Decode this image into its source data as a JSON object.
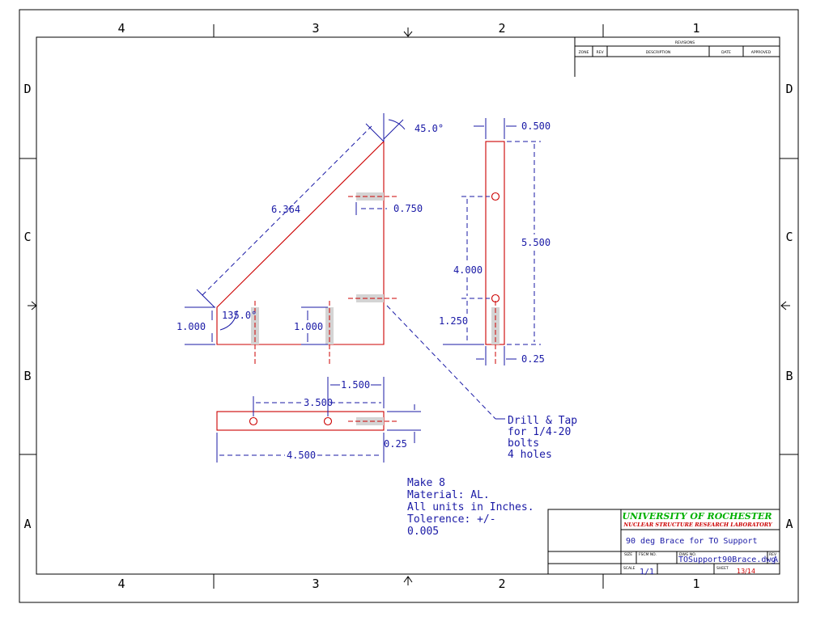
{
  "border": {
    "columns_top": [
      "4",
      "3",
      "2",
      "1"
    ],
    "columns_bottom": [
      "4",
      "3",
      "2",
      "1"
    ],
    "rows_left": [
      "D",
      "C",
      "B",
      "A"
    ],
    "rows_right": [
      "D",
      "C",
      "B",
      "A"
    ]
  },
  "revisions": {
    "title": "REVISIONS",
    "headers": [
      "ZONE",
      "REV",
      "DESCRIPTION",
      "DATE",
      "APPROVED"
    ]
  },
  "dimensions": {
    "side_length": "6.364",
    "chamfer_angle": "45.0°",
    "inner_angle": "135.0°",
    "left_height": "1.000",
    "mid_height": "1.000",
    "hole_offset": "0.750",
    "edge_width": "0.500",
    "total_height": "5.500",
    "hole_spacing": "4.000",
    "hole_low": "1.250",
    "thickness_side": "0.25",
    "hole_from_end": "1.500",
    "hole_span": "3.500",
    "overall_length": "4.500",
    "thickness_bottom": "0.25"
  },
  "drill_note": [
    "Drill & Tap",
    "for 1/4-20",
    "bolts",
    "4 holes"
  ],
  "notes": [
    "Make 8",
    "Material: AL.",
    "All units in Inches.",
    "Tolerence: +/-",
    "0.005"
  ],
  "title_block": {
    "university": "UNIVERSITY OF ROCHESTER",
    "lab": "NUCLEAR STRUCTURE RESEARCH LABORATORY",
    "drawing_title": "90 deg Brace for TO Support",
    "size_label": "SIZE",
    "fscm_label": "FSCM NO.",
    "dwg_label": "DWG NO.",
    "rev_label": "REV",
    "dwg_no": "TOSupport90Brace.dwg",
    "rev": "A",
    "scale_label": "SCALE",
    "scale": "1/1",
    "sheet_label": "SHEET",
    "sheet": "13/14"
  },
  "colors": {
    "outline": "#cc0000",
    "dimension": "#1a1aa6",
    "university": "#00b000",
    "border": "#000000"
  }
}
